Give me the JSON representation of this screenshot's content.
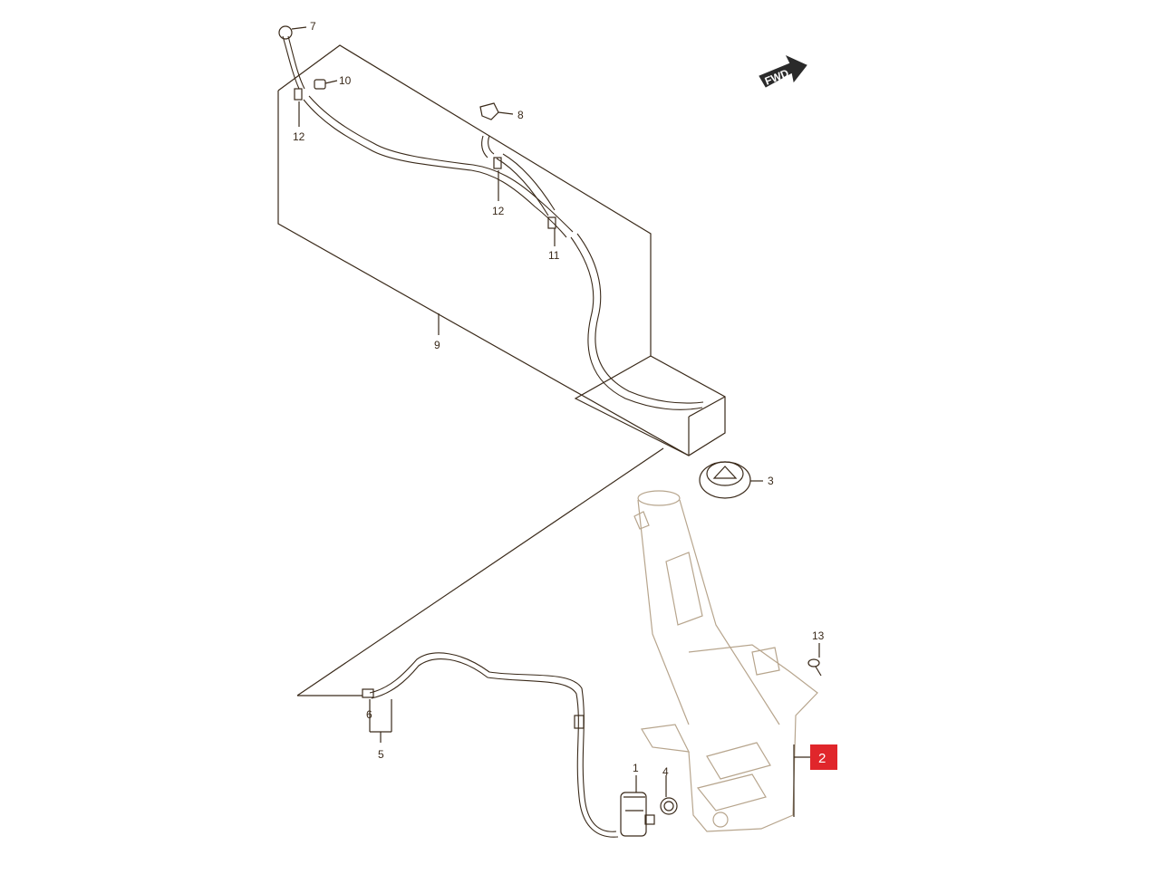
{
  "diagram": {
    "fwd_label": "FWD",
    "highlight": {
      "label": "2",
      "color": "#e0262b"
    },
    "colors": {
      "line": "#3a2a1a",
      "tank": "#b7a58d"
    },
    "callouts": [
      {
        "id": "p7",
        "label": "7"
      },
      {
        "id": "p10",
        "label": "10"
      },
      {
        "id": "p8",
        "label": "8"
      },
      {
        "id": "p12a",
        "label": "12"
      },
      {
        "id": "p12b",
        "label": "12"
      },
      {
        "id": "p11",
        "label": "11"
      },
      {
        "id": "p9",
        "label": "9"
      },
      {
        "id": "p3",
        "label": "3"
      },
      {
        "id": "p13",
        "label": "13"
      },
      {
        "id": "p6",
        "label": "6"
      },
      {
        "id": "p5",
        "label": "5"
      },
      {
        "id": "p1",
        "label": "1"
      },
      {
        "id": "p4",
        "label": "4"
      }
    ]
  }
}
